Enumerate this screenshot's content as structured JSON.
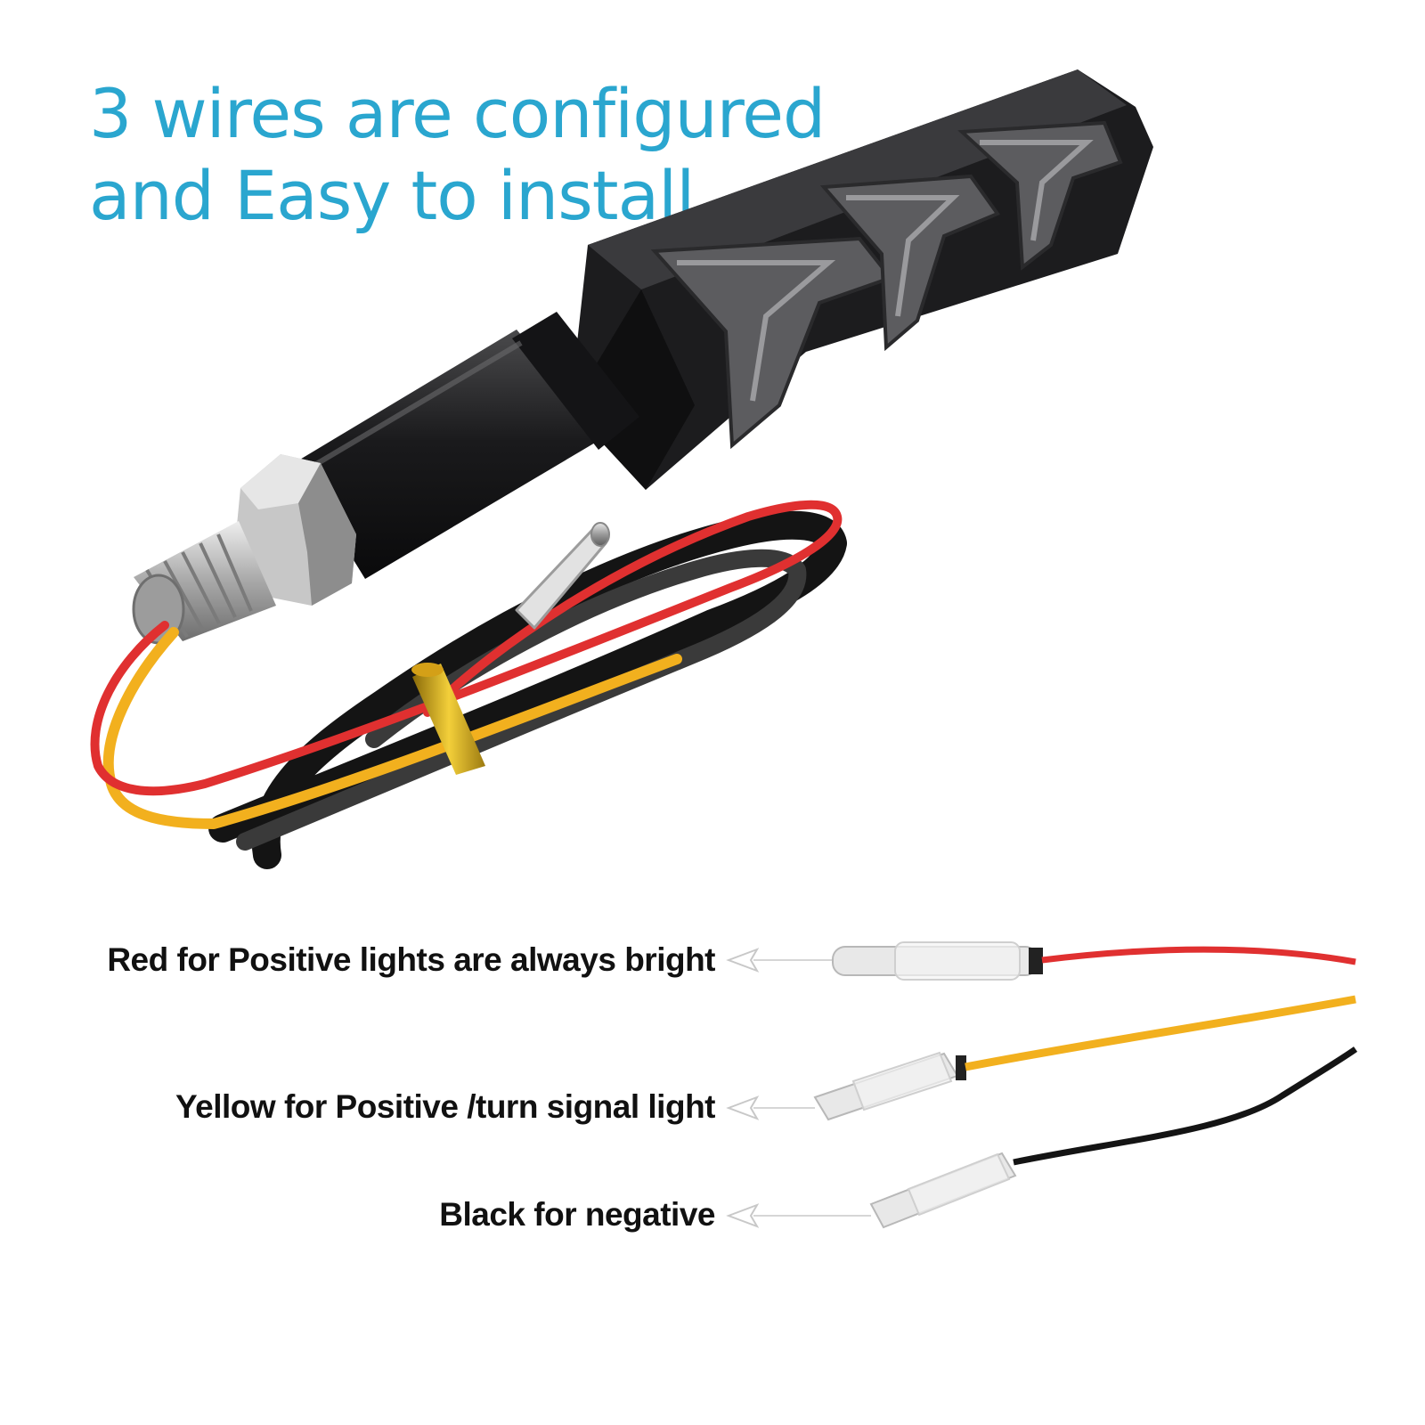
{
  "headline": {
    "line1": "3 wires are configured",
    "line2": "and Easy to install",
    "color": "#2aa6cf"
  },
  "product": {
    "icon": "motorcycle-led-turn-signal-icon",
    "body_color": "#1c1c1e",
    "lens_color": "#6b6b6b",
    "bolt_color": "#c7c7c7",
    "clip_color": "#d4a017"
  },
  "wire_legend": [
    {
      "label": "Red for Positive lights are always bright",
      "wire_color": "#e03030",
      "icon": "red-wire-connector-icon"
    },
    {
      "label": "Yellow for Positive /turn signal light",
      "wire_color": "#f2b01e",
      "icon": "yellow-wire-connector-icon"
    },
    {
      "label": "Black for negative",
      "wire_color": "#141414",
      "icon": "black-wire-connector-icon"
    }
  ]
}
